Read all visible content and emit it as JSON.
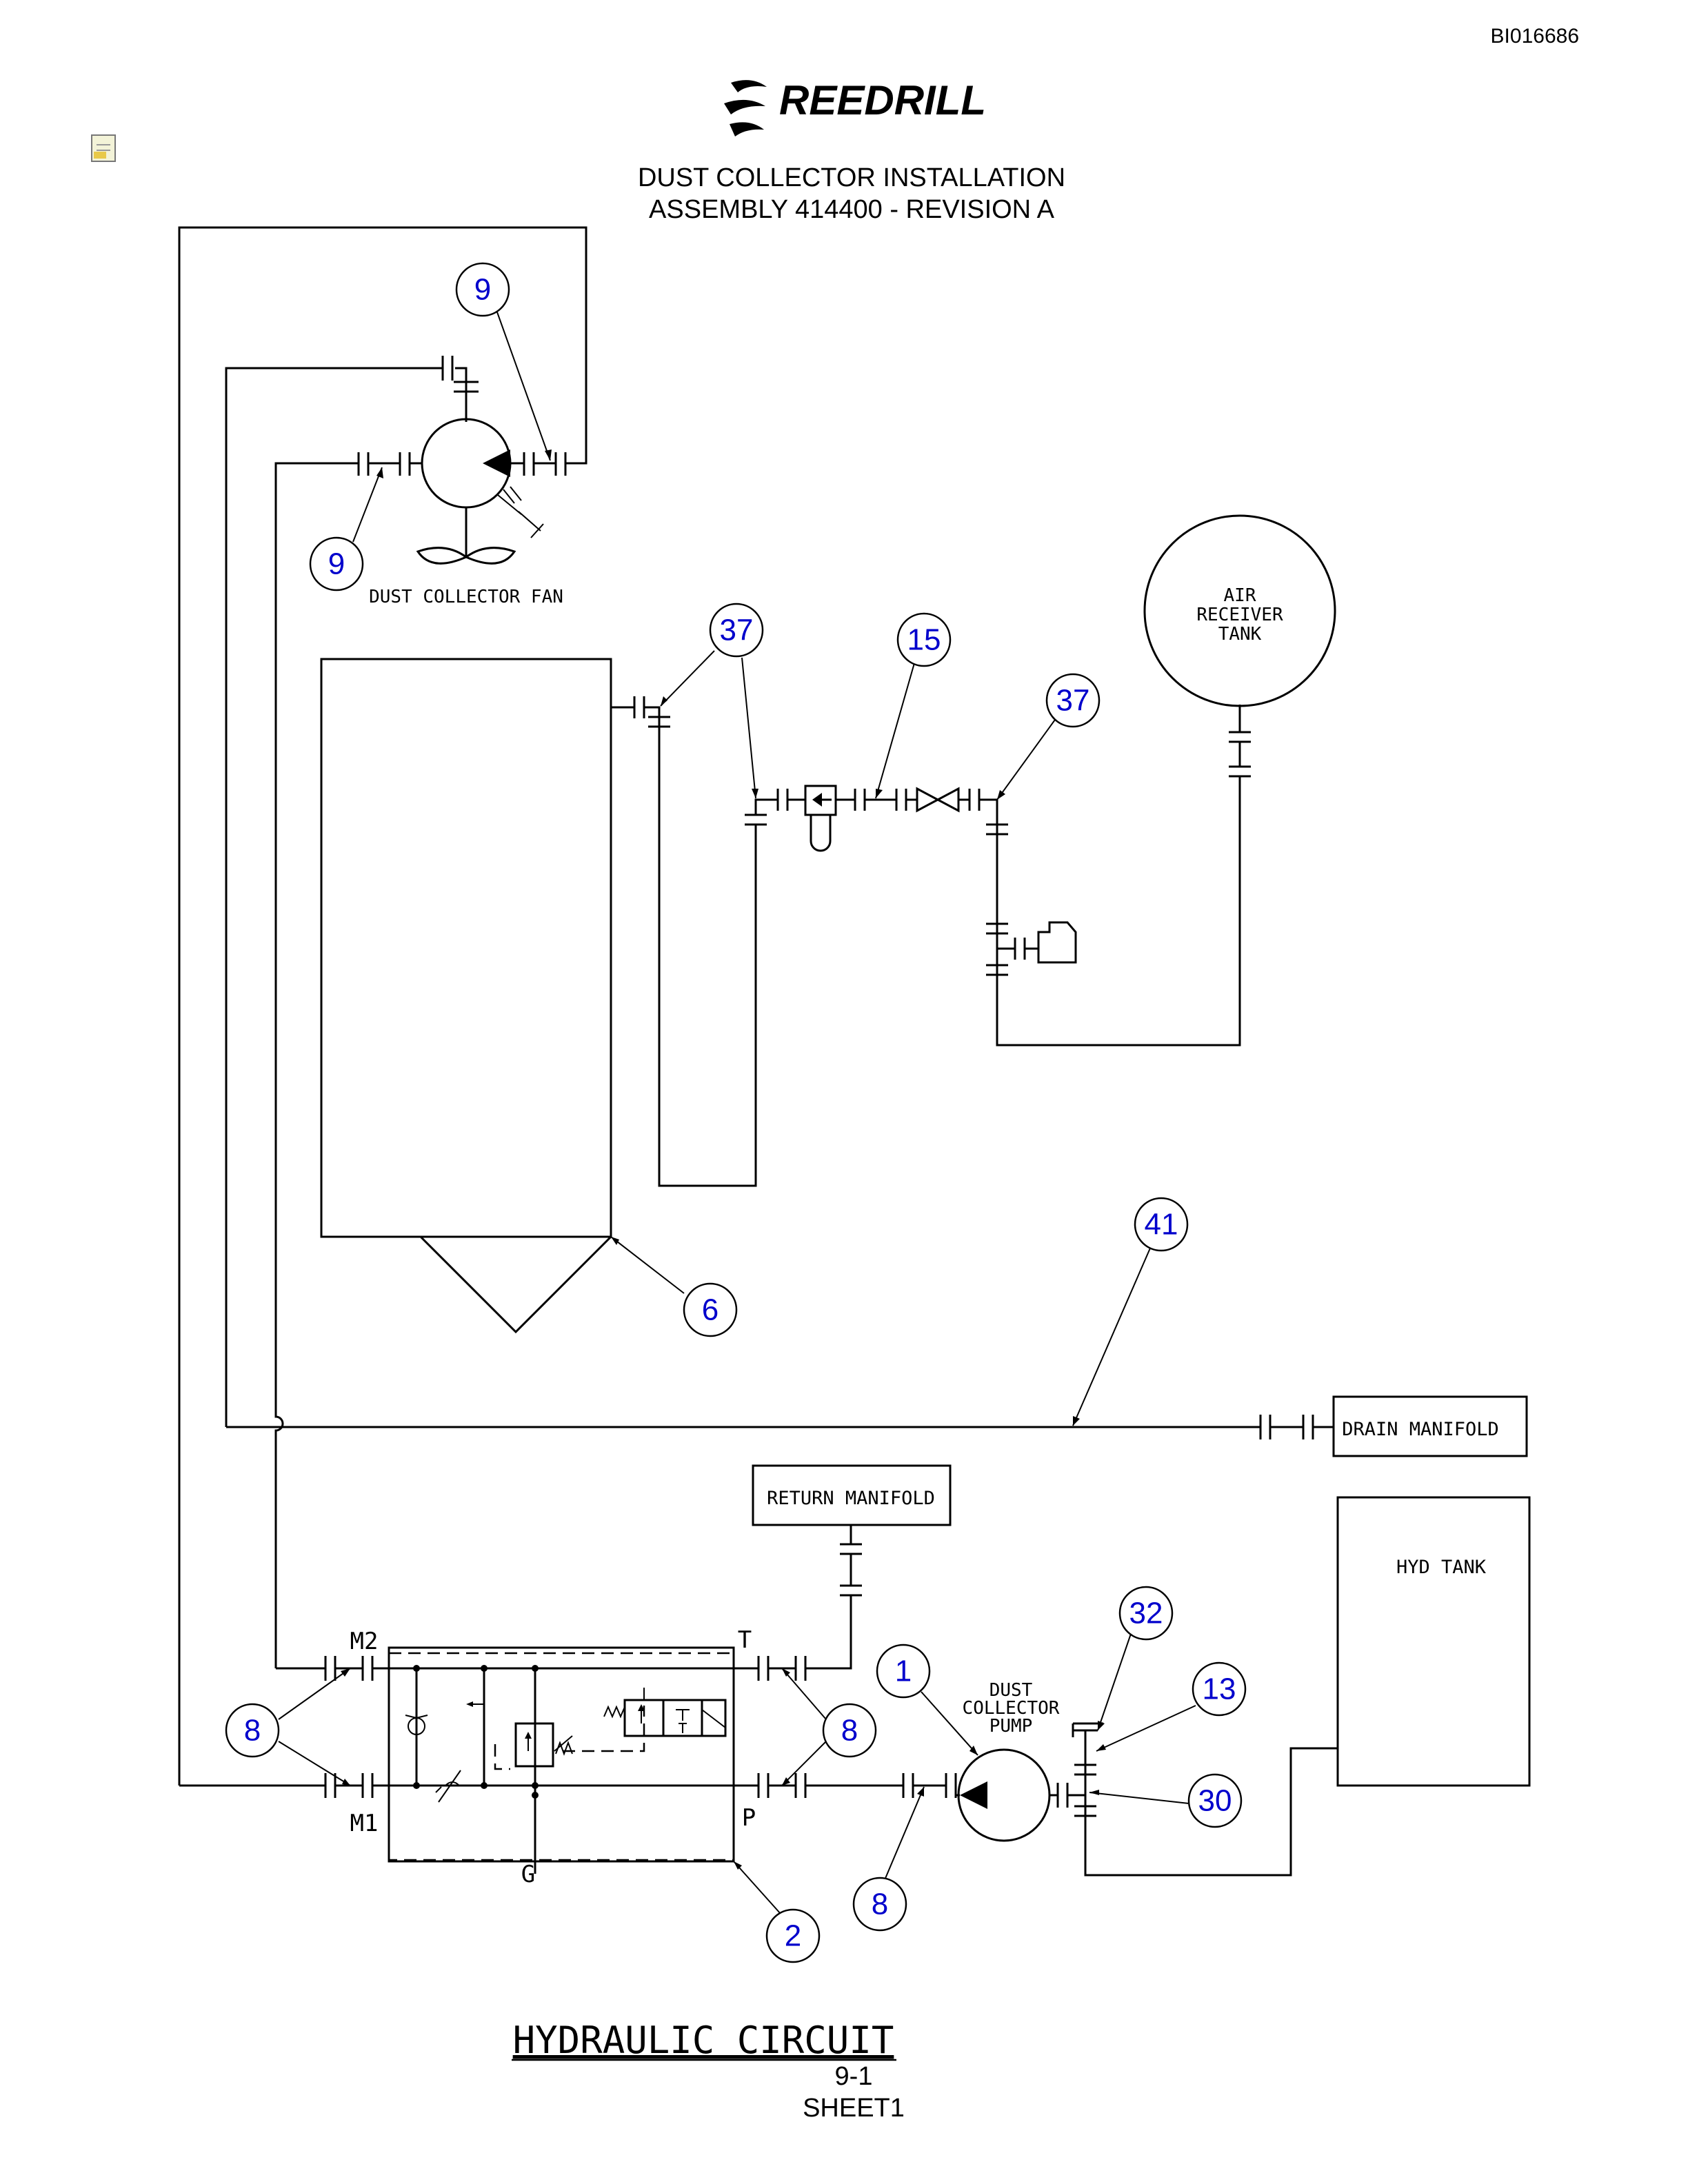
{
  "doc_id": "BI016686",
  "brand": "REEDRILL",
  "title_line1": "DUST COLLECTOR INSTALLATION",
  "title_line2": "ASSEMBLY 414400 - REVISION A",
  "labels": {
    "dust_collector_fan": "DUST COLLECTOR FAN",
    "air_receiver_line1": "AIR",
    "air_receiver_line2": "RECEIVER",
    "air_receiver_line3": "TANK",
    "drain_manifold": "DRAIN MANIFOLD",
    "return_manifold": "RETURN MANIFOLD",
    "hyd_tank": "HYD TANK",
    "pump_line1": "DUST",
    "pump_line2": "COLLECTOR",
    "pump_line3": "PUMP",
    "port_m2": "M2",
    "port_m1": "M1",
    "port_t": "T",
    "port_p": "P",
    "port_g": "G"
  },
  "balloons": [
    "9",
    "9",
    "37",
    "15",
    "37",
    "6",
    "41",
    "1",
    "32",
    "13",
    "30",
    "8",
    "8",
    "8",
    "8",
    "2"
  ],
  "footer": {
    "circuit_title": "HYDRAULIC CIRCUIT",
    "page": "9-1",
    "sheet": "SHEET1"
  },
  "icons": [
    "document-icon",
    "reedrill-logo-icon"
  ],
  "colors": {
    "balloon_number": "#0000cc",
    "lines": "#000000"
  }
}
